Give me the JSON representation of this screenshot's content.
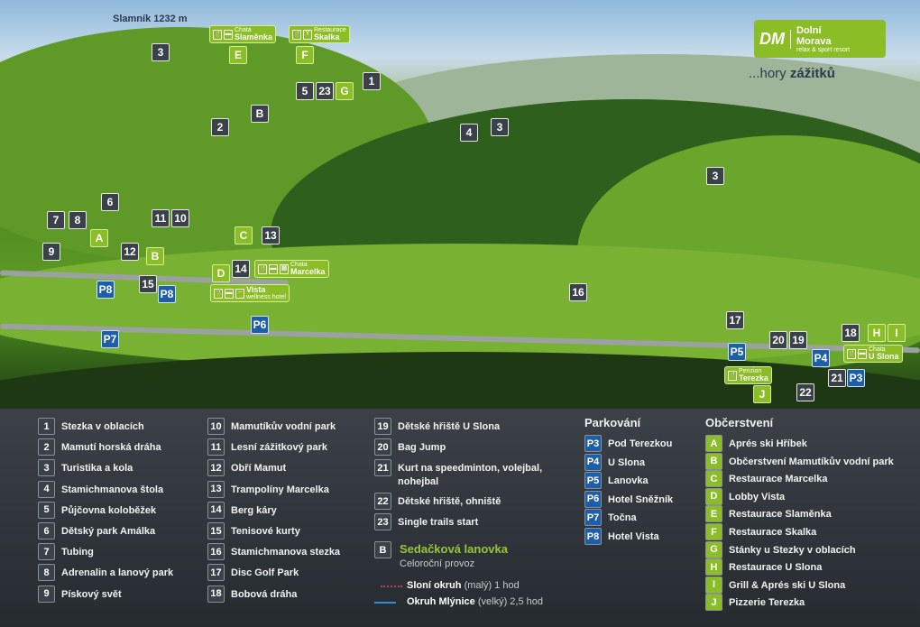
{
  "map": {
    "peak_label": "Slamník 1232 m",
    "logo": {
      "mark": "DM",
      "name_line1": "Dolní",
      "name_line2": "Morava",
      "tagline": "relax & sport resort"
    },
    "slogan_prefix": "...hory ",
    "slogan_bold": "zážitků",
    "markers": [
      "3",
      "E",
      "F",
      "5",
      "23",
      "G",
      "1",
      "B",
      "2",
      "4",
      "3",
      "3",
      "6",
      "7",
      "8",
      "11",
      "10",
      "A",
      "C",
      "13",
      "12",
      "9",
      "B",
      "14",
      "D",
      "15",
      "P8",
      "P8",
      "16",
      "P6",
      "P7",
      "17",
      "20",
      "19",
      "18",
      "H",
      "I",
      "P5",
      "P4",
      "21",
      "P3",
      "J",
      "22"
    ],
    "signs": [
      {
        "small": "Chata",
        "big": "Slaměnka"
      },
      {
        "small": "Restaurace",
        "big": "Skalka"
      },
      {
        "small": "Chata",
        "big": "Marcelka"
      },
      {
        "big": "Vista",
        "small": "wellness hotel"
      },
      {
        "small": "Chata",
        "big": "U Slona"
      },
      {
        "small": "Penzion",
        "big": "Terezka"
      }
    ]
  },
  "legend": {
    "attractions": [
      {
        "n": "1",
        "t": "Stezka v oblacích"
      },
      {
        "n": "2",
        "t": "Mamutí horská dráha"
      },
      {
        "n": "3",
        "t": "Turistika a kola"
      },
      {
        "n": "4",
        "t": "Stamichmanova štola"
      },
      {
        "n": "5",
        "t": "Půjčovna koloběžek"
      },
      {
        "n": "6",
        "t": "Dětský park Amálka"
      },
      {
        "n": "7",
        "t": "Tubing"
      },
      {
        "n": "8",
        "t": "Adrenalin a lanový park"
      },
      {
        "n": "9",
        "t": "Pískový svět"
      },
      {
        "n": "10",
        "t": "Mamutíkův vodní park"
      },
      {
        "n": "11",
        "t": "Lesní zážitkový park"
      },
      {
        "n": "12",
        "t": "Obří Mamut"
      },
      {
        "n": "13",
        "t": "Trampolíny Marcelka"
      },
      {
        "n": "14",
        "t": "Berg káry"
      },
      {
        "n": "15",
        "t": "Tenisové kurty"
      },
      {
        "n": "16",
        "t": "Stamichmanova stezka"
      },
      {
        "n": "17",
        "t": "Disc Golf Park"
      },
      {
        "n": "18",
        "t": "Bobová dráha"
      },
      {
        "n": "19",
        "t": "Dětské hřiště U Slona"
      },
      {
        "n": "20",
        "t": "Bag Jump"
      },
      {
        "n": "21",
        "t": "Kurt na speedminton, volejbal, nohejbal"
      },
      {
        "n": "22",
        "t": "Dětské hřiště, ohniště"
      },
      {
        "n": "23",
        "t": "Single trails start"
      }
    ],
    "lift": {
      "marker": "B",
      "title": "Sedačková lanovka",
      "subtitle": "Celoroční provoz"
    },
    "routes": [
      {
        "name": "Sloní okruh",
        "detail": "(malý) 1 hod",
        "color": "#c0396b"
      },
      {
        "name": "Okruh Mlýnice",
        "detail": "(velký) 2,5 hod",
        "color": "#2f8fd6"
      }
    ],
    "parking_title": "Parkování",
    "parking": [
      {
        "n": "P3",
        "t": "Pod Terezkou"
      },
      {
        "n": "P4",
        "t": "U Slona"
      },
      {
        "n": "P5",
        "t": "Lanovka"
      },
      {
        "n": "P6",
        "t": "Hotel Sněžník"
      },
      {
        "n": "P7",
        "t": "Točna"
      },
      {
        "n": "P8",
        "t": "Hotel Vista"
      }
    ],
    "food_title": "Občerstvení",
    "food": [
      {
        "n": "A",
        "t": "Aprés ski Hříbek"
      },
      {
        "n": "B",
        "t": "Občerstvení Mamutíkův vodní park"
      },
      {
        "n": "C",
        "t": "Restaurace Marcelka"
      },
      {
        "n": "D",
        "t": "Lobby Vista"
      },
      {
        "n": "E",
        "t": "Restaurace Slaměnka"
      },
      {
        "n": "F",
        "t": "Restaurace Skalka"
      },
      {
        "n": "G",
        "t": "Stánky u Stezky v oblacích"
      },
      {
        "n": "H",
        "t": "Restaurace U Slona"
      },
      {
        "n": "I",
        "t": "Grill & Aprés ski U Slona"
      },
      {
        "n": "J",
        "t": "Pizzerie Terezka"
      }
    ],
    "colors": {
      "attraction": "#3a4148",
      "food": "#8bbd27",
      "parking": "#1d5ea8",
      "lift_title": "#9cc43a"
    }
  }
}
